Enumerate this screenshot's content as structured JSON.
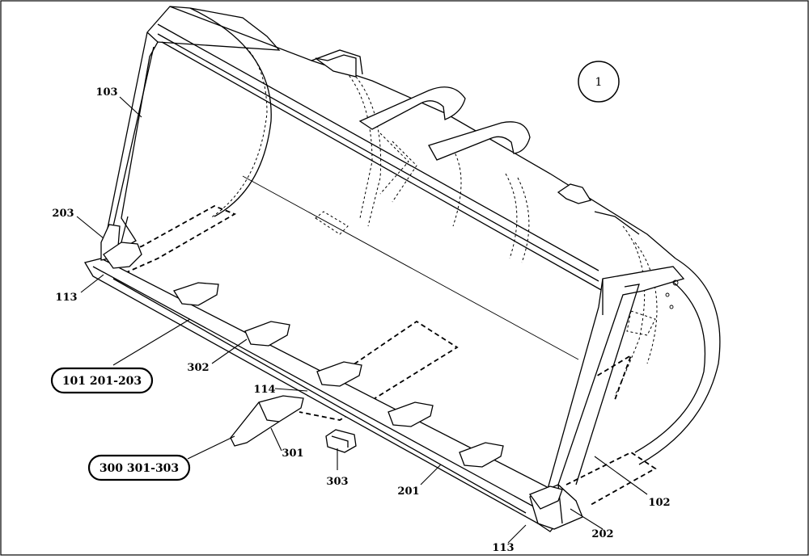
{
  "diagram": {
    "view_number": "1",
    "group_labels": {
      "edge_group": "101 201-203",
      "tooth_group": "300 301-303"
    },
    "part_labels": {
      "p103": "103",
      "p203_left": "203",
      "p113_left": "113",
      "p302": "302",
      "p114": "114",
      "p301": "301",
      "p303": "303",
      "p201": "201",
      "p102": "102",
      "p202": "202",
      "p113_bottom": "113"
    }
  }
}
